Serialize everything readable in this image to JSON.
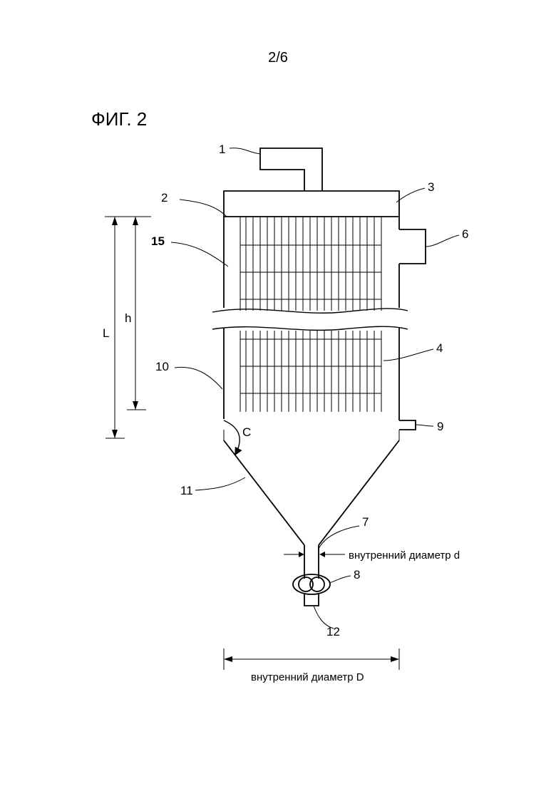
{
  "page": {
    "number": "2/6"
  },
  "figure": {
    "title": "ФИГ. 2"
  },
  "labels": {
    "l1": "1",
    "l2": "2",
    "l3": "3",
    "l4": "4",
    "l6": "6",
    "l7": "7",
    "l8": "8",
    "l9": "9",
    "l10": "10",
    "l11": "11",
    "l12": "12",
    "l15": "15",
    "L": "L",
    "h": "h",
    "C": "C"
  },
  "dimensions": {
    "inner_d": "внутренний диаметр d",
    "inner_D": "внутренний диаметр D"
  }
}
